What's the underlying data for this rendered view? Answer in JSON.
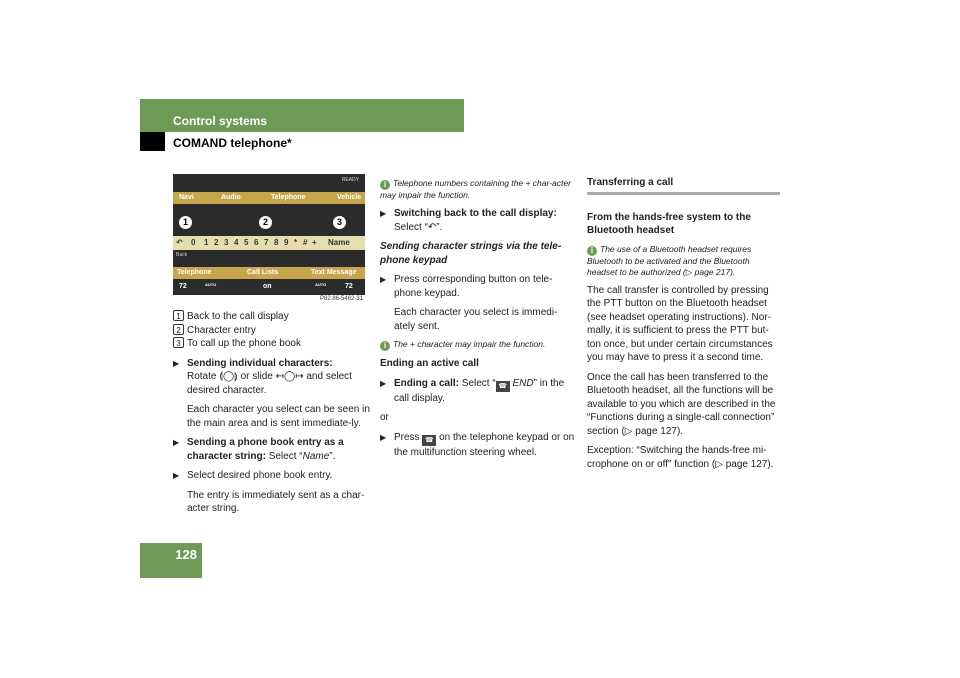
{
  "header": {
    "title": "Control systems",
    "subtitle": "COMAND telephone*"
  },
  "page_number": "128",
  "screen": {
    "ready": "READY",
    "tabs": [
      "Navi",
      "Audio",
      "Telephone",
      "Vehicle"
    ],
    "chars": [
      "0",
      "1",
      "2",
      "3",
      "4",
      "5",
      "6",
      "7",
      "8",
      "9",
      "*",
      "#",
      "+",
      "Name"
    ],
    "back": "Back",
    "menu": [
      "Telephone",
      "Call Lists",
      "Text Message"
    ],
    "temp_left": "72",
    "temp_right": "72",
    "auto": "AUTO",
    "on": "on",
    "fig_code": "P82.86-5462-31"
  },
  "legend": [
    {
      "n": "1",
      "text": "Back to the call display"
    },
    {
      "n": "2",
      "text": "Character entry"
    },
    {
      "n": "3",
      "text": "To call up the phone book"
    }
  ],
  "col1": {
    "b1_bold": "Sending individual characters:",
    "b1_a": "Rotate ",
    "b1_b": " or slide ",
    "b1_c": " and select desired character.",
    "b1_p": "Each character you select can be seen in the main area and is sent immediate-ly.",
    "b2_bold": "Sending a phone book entry as a character string:",
    "b2_a": " Select “",
    "b2_i": "Name",
    "b2_b": "”.",
    "b3": "Select desired phone book entry.",
    "b3_p": "The entry is immediately sent as a char-acter string."
  },
  "col2": {
    "note1": "Telephone numbers containing the + char-acter may impair the function.",
    "b1_bold": "Switching back to the call display:",
    "b1_a": "Select “",
    "b1_b": "”.",
    "sub_heading": "Sending character strings via the tele-phone keypad",
    "b2": "Press corresponding button on tele-phone keypad.",
    "b2_p": "Each character you select is immedi-ately sent.",
    "note2": "The + character may impair the function.",
    "end_heading": "Ending an active call",
    "b3_bold": "Ending a call:",
    "b3_a": " Select “",
    "b3_i": "END",
    "b3_b": "” in the call display.",
    "or": "or",
    "b4_a": "Press ",
    "b4_b": " on the telephone keypad or on the multifunction steering wheel."
  },
  "col3": {
    "heading": "Transferring a call",
    "subheading": "From the hands-free system to the Bluetooth headset",
    "note": "The use of a Bluetooth headset requires Bluetooth to be activated and the Bluetooth headset to be authorized (▷ page 217).",
    "p1": "The call transfer is controlled by pressing the PTT button on the Bluetooth headset (see headset operating instructions). Nor-mally, it is sufficient to press the PTT but-ton once, but under certain circumstances you may have to press it a second time.",
    "p2": "Once the call has been transferred to the Bluetooth headset, all the functions will be available to you which are described in the “Functions during a single-call connection” section (▷ page 127).",
    "p3": "Exception: “Switching the hands-free mi-crophone on or off” function (▷ page 127)."
  },
  "colors": {
    "accent": "#6e9a57",
    "screen_bar": "#c7a54c"
  }
}
